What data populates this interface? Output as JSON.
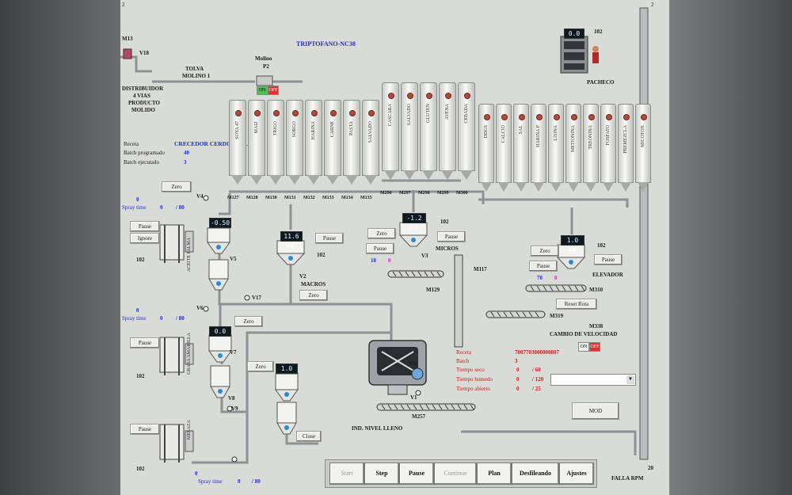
{
  "title": "TRIPTOFANO-NC38",
  "labels": {
    "m13": "M13",
    "v18": "V18",
    "tolva_molino": "TOLVA",
    "tolva_molino_2": "MOLINO 1",
    "molino": "Molino",
    "p2": "P2",
    "distribuidor_1": "DISTRIBUIDOR",
    "distribuidor_2": "4 VIAS",
    "distribuidor_3": "PRODUCTO",
    "distribuidor_4": "MOLIDO",
    "crecedor": "CRECEDOR CERDO REFLEX",
    "receta": "Receta",
    "batch_programado": "Batch programado",
    "batch_programado_val": "40",
    "batch_ejecutado": "Batch ejecutado",
    "batch_ejecutado_val": "3",
    "pacheco": "PACHECO",
    "id_102_top": "102",
    "macros": "MACROS",
    "v2": "V2",
    "id_102_macros": "102",
    "micros": "MICROS",
    "v3": "V3",
    "id_102_micros": "102",
    "elevador": "ELEVADOR",
    "id_102_elev": "102",
    "m117": "M117",
    "m129": "M129",
    "m310": "M310",
    "m319": "M319",
    "m338": "M338",
    "cambio_velocidad": "CAMBIO DE VELOCIDAD",
    "m6": "M6",
    "v1": "V1",
    "m257": "M257",
    "nivel_lleno": "IND. NIVEL LLENO",
    "falla_rpm": "FALLA RPM",
    "id_20": "20",
    "v4": "V4",
    "v5": "V5",
    "v6": "V6",
    "v7": "V7",
    "v8": "V8",
    "v9": "V9",
    "v17": "V17",
    "spray_time_1": "Spray time",
    "spray_1_a": "0",
    "spray_1_b": "/ 80",
    "spray_time_2": "Spray time",
    "spray_2_a": "0",
    "spray_2_b": "/ 80",
    "spray_time_3": "Spray time",
    "spray_3_a": "0",
    "spray_3_b": "/ 80",
    "zero_spray_1": "0",
    "zero_spray_2": "0",
    "zero_spray_3": "0",
    "id_102_tank1": "102",
    "id_102_tank2": "102",
    "id_102_tank3": "102",
    "aceite": "ACEITE PALMA",
    "grasa": "GRASA AMARILLA",
    "melaza": "MELAZA",
    "micros_10": "10",
    "micros_0": "0",
    "elev_70": "70",
    "elev_0": "0",
    "top_right_corner": "2",
    "top_left_corner": "2"
  },
  "status_panel": {
    "receta_label": "Receta",
    "receta_value": "7007703000000007",
    "batch_label": "Batch",
    "batch_value": "3",
    "tiempo_seco_label": "Tiempo seco",
    "tiempo_seco_a": "0",
    "tiempo_seco_b": "/ 60",
    "tiempo_humedo_label": "Tiempo humedo",
    "tiempo_humedo_a": "0",
    "tiempo_humedo_b": "/ 120",
    "tiempo_abierto_label": "Tiempo abierto",
    "tiempo_abierto_a": "0",
    "tiempo_abierto_b": "/ 25"
  },
  "displays": {
    "pacheco": "0.0",
    "tank_v5": "-0.50",
    "tank_v7": "0.0",
    "tank_v9": "1.0",
    "macros": "11.6",
    "macros_small": "0.0",
    "micros": "-1.2",
    "micros_small": "0.0",
    "elevador": "1.0",
    "elevador_small": "0.0"
  },
  "buttons": {
    "zero_top": "Zero",
    "pause_1": "Pause",
    "ignore_1": "Ignore",
    "zero_mid": "Zero",
    "pause_2": "Pause",
    "pause_3": "Pause",
    "zero_macros": "Zero",
    "pause_macros": "Pause",
    "zero_micros": "Zero",
    "pause_micros": "Pause",
    "pause_micros_2": "Pause",
    "zero_elev": "Zero",
    "pause_elev": "Pause",
    "pause_elev_2": "Pause",
    "reset_rota": "Reset Rota",
    "zero_v9": "Zero",
    "close_v9": "Close",
    "mod": "MOD",
    "on": "ON",
    "off": "OFF",
    "on_p2": "ON",
    "off_p2": "OFF"
  },
  "bin_group_1": {
    "ids": [
      "M127",
      "M128",
      "M130",
      "M131",
      "M132",
      "M133",
      "M134",
      "M135"
    ],
    "names": [
      "SOYA 47",
      "MAIZ",
      "TRIGO",
      "SORGO",
      "HARINA",
      "CARNE",
      "PASTA",
      "SALVADO"
    ]
  },
  "bin_group_2": {
    "ids": [
      "M296",
      "M297",
      "M298",
      "M299",
      "M300"
    ],
    "names": [
      "CASCARA",
      "SALVADO",
      "GLUTEN",
      "AVENA",
      "CEBADA"
    ]
  },
  "bin_group_3": {
    "names": [
      "DDGS",
      "CALCIO",
      "SAL",
      "HARINA P",
      "LISINA",
      "METIONINA",
      "TREONINA",
      "FOSFATO",
      "PREMEZCLA",
      "MICOTOX"
    ]
  },
  "toolbar": {
    "start": "Start",
    "step": "Step",
    "pause": "Pause",
    "continue": "Continue",
    "plan": "Plan",
    "desfile": "Desfileando",
    "ajustes": "Ajustes"
  },
  "colors": {
    "screen_bg": "#d9dbd6",
    "accent_blue": "#2030c0",
    "alert_red": "#c02020",
    "on_green": "#4fbf4f",
    "off_red": "#dd3333"
  }
}
